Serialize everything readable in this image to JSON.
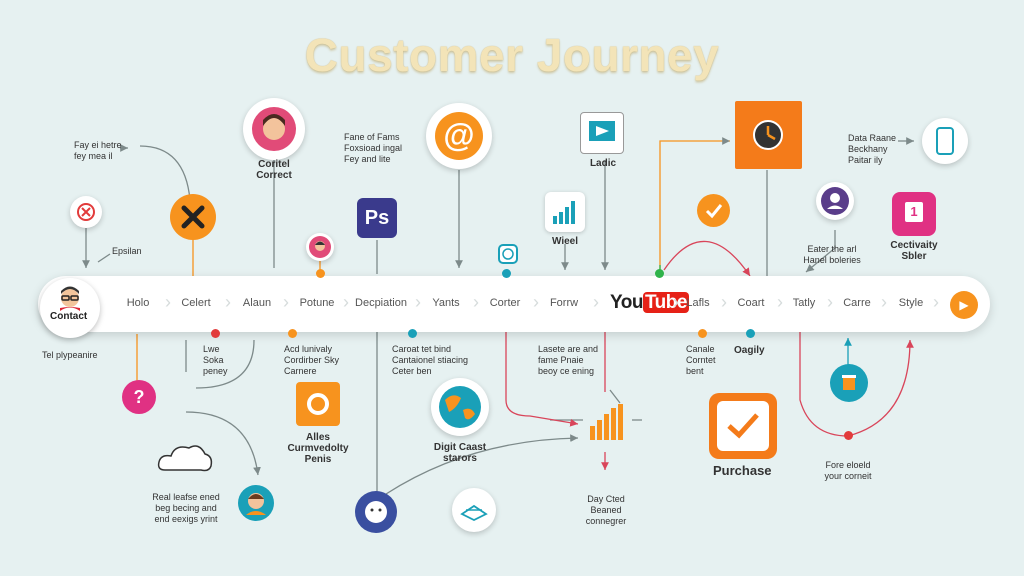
{
  "title": "Customer Journey",
  "bar": {
    "start_label": "Contact",
    "stages": [
      "Holo",
      "Celert",
      "Alaun",
      "Potune",
      "Decpiation",
      "Yants",
      "Corter",
      "Forrw",
      "Lafls",
      "Coart",
      "Tatly",
      "Carre",
      "Style"
    ],
    "youtube": {
      "you": "You",
      "tube": "Tube"
    }
  },
  "labels": {
    "top_left_note": "Fay ei hetre\nfey mea il",
    "contact_top": "Coritel\nCorrect",
    "fonts_note": "Fane of Fams\nFoxsioad ingal\nFey and lite",
    "ladic": "Ladic",
    "wheel": "Wieel",
    "right_top_note": "Data Raane\nBeckhany\nPaitar ily",
    "epsilon": "Epsilan",
    "enter_note": "Eater the arl\nHanel boleries",
    "centivity": "Cectivaity\nSbler",
    "tel": "Tel plypeanire",
    "live_note": "Lwe\nSoka\npeney",
    "add_note": "Acd lunivaly\nCordirber Sky\nCarnere",
    "cannot_note": "Caroat tet bind\nCantaionel stiacing\nCeter ben",
    "laaste_note": "Lasete are and\nfame Pnaie\nbeoy ce ening",
    "candle_note": "Canale\nCorntet\nbent",
    "oagily": "Oagily",
    "alles": "Alles\nCurmvedolty\nPenis",
    "digit": "Digit Caast\nstarors",
    "purchase": "Purchase",
    "for_note": "Fore eloeld\nyour corneit",
    "left_bottom_note": "Real leafse ened\nbeg becing and\nend eexigs yrint",
    "day_note": "Day Cted\nBeaned\nconnegrer"
  },
  "icons": {
    "ps_text": "Ps",
    "at_text": "@",
    "help_text": "?",
    "num_text": "1"
  },
  "colors": {
    "orange": "#f7931e",
    "magenta": "#e03183",
    "red": "#e23b3b",
    "teal": "#1aa0b8",
    "navy": "#3a4fa0",
    "green": "#2fb34a",
    "youtube_red": "#e62117"
  }
}
